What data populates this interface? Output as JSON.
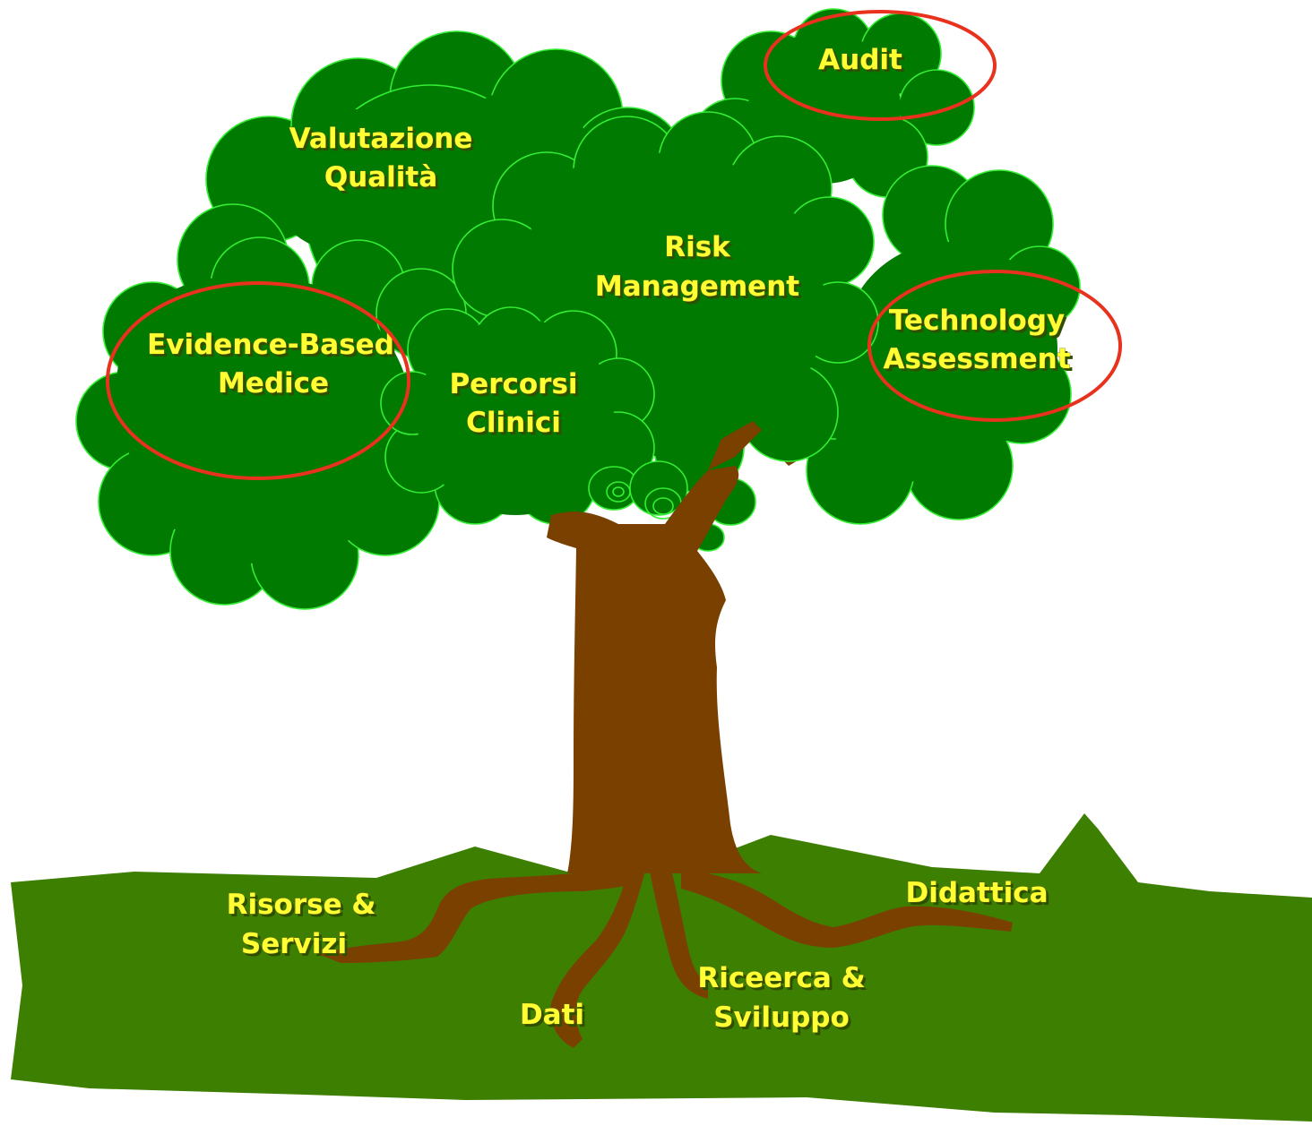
{
  "canopy": {
    "valutazione_qualita": [
      "Valutazione",
      "Qualità"
    ],
    "audit": "Audit",
    "risk_management": [
      "Risk",
      "Management"
    ],
    "evidence_based": [
      "Evidence-Based",
      "Medice"
    ],
    "percorsi_clinici": [
      "Percorsi",
      "Clinici"
    ],
    "technology_assessment": [
      "Technology",
      "Assessment"
    ]
  },
  "roots": {
    "risorse_servizi": [
      "Risorse &",
      "Servizi"
    ],
    "dati": "Dati",
    "ricerca_sviluppo": [
      "Riceerca &",
      "Sviluppo"
    ],
    "didattica": "Didattica"
  },
  "highlighted": [
    "Audit",
    "Evidence-Based Medice",
    "Technology Assessment"
  ],
  "colors": {
    "foliage": "#007a00",
    "foliage_outline": "#33ee33",
    "trunk": "#7a4000",
    "ground": "#3d7f00",
    "label_text": "#ffff33",
    "highlight_ring": "#e8321e"
  }
}
